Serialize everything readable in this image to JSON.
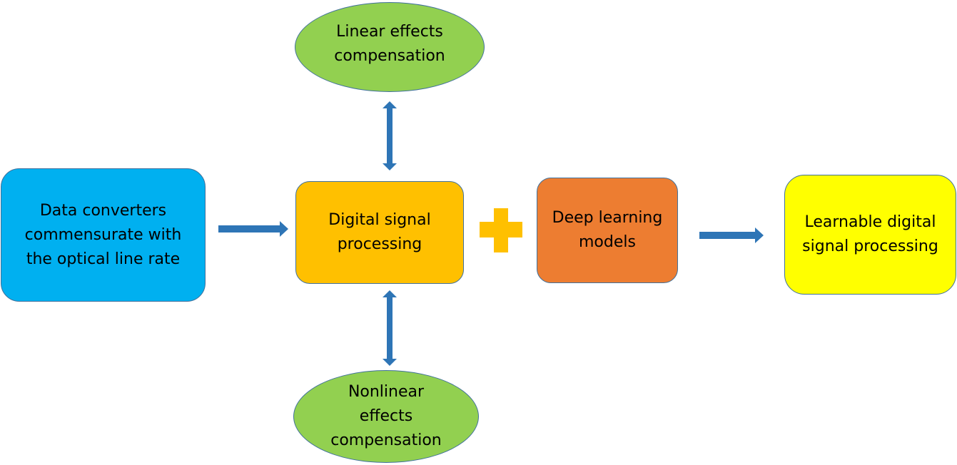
{
  "colors": {
    "data_converters": "#00b0f0",
    "digital_signal_processing": "#ffc000",
    "deep_learning": "#ed7d31",
    "learnable_dsp": "#ffff00",
    "compensation_ellipses": "#92d050",
    "node_border": "#41719c",
    "arrow": "#2e75b6",
    "plus": "#ffc000"
  },
  "nodes": {
    "data_converters": "Data converters\ncommensurate with\nthe optical line rate",
    "digital_signal_processing": "Digital signal\nprocessing",
    "deep_learning": "Deep learning\nmodels",
    "learnable_dsp": "Learnable digital\nsignal processing",
    "linear_compensation": "Linear effects\ncompensation",
    "nonlinear_compensation": "Nonlinear\neffects\ncompensation"
  },
  "connectors": [
    {
      "from": "data_converters",
      "to": "digital_signal_processing",
      "type": "arrow"
    },
    {
      "from": "digital_signal_processing",
      "to": "linear_compensation",
      "type": "double-arrow"
    },
    {
      "from": "digital_signal_processing",
      "to": "nonlinear_compensation",
      "type": "double-arrow"
    },
    {
      "from": "digital_signal_processing",
      "to": "deep_learning",
      "type": "plus-icon"
    },
    {
      "from": "deep_learning",
      "to": "learnable_dsp",
      "type": "arrow"
    }
  ]
}
